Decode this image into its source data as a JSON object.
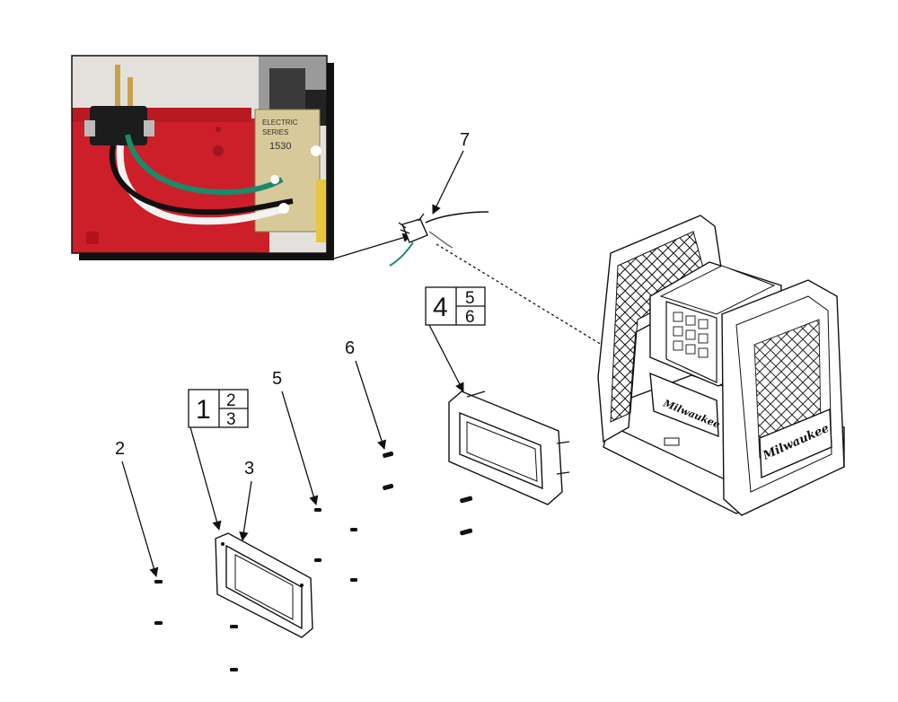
{
  "callouts": {
    "c2": "2",
    "c3": "3",
    "c5": "5",
    "c6": "6",
    "c7": "7"
  },
  "group_boxes": {
    "left": {
      "main": "1",
      "top": "2",
      "bottom": "3"
    },
    "right": {
      "main": "4",
      "top": "5",
      "bottom": "6"
    }
  },
  "photo_inset": {
    "pcb_text_line1": "ELECTRIC",
    "pcb_text_line2": "SERIES",
    "pcb_text_line3": "1530"
  },
  "product": {
    "brand": "Milwaukee"
  },
  "colors": {
    "housing_red": "#cc1f2a",
    "wire_green": "#1a8a6a",
    "wire_black": "#111111",
    "wire_white": "#f2f2f2",
    "pcb_tan": "#d8c99a"
  }
}
